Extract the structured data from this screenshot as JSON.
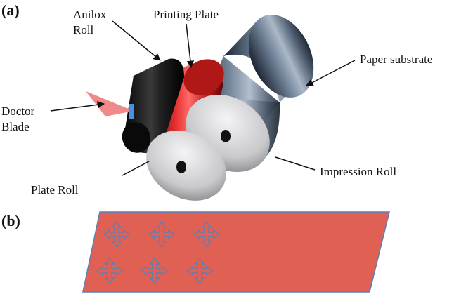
{
  "panels": {
    "a": "(a)",
    "b": "(b)"
  },
  "labels": {
    "anilox_line1": "Anilox",
    "anilox_line2": "Roll",
    "printing_plate": "Printing Plate",
    "paper_substrate": "Paper substrate",
    "doctor_line1": "Doctor",
    "doctor_line2": "Blade",
    "plate_roll": "Plate Roll",
    "impression_roll": "Impression Roll"
  },
  "colors": {
    "anilox_roll": "#1a1a1a",
    "printing_plate": "#d42020",
    "paper_substrate": "#3b4a5c",
    "roll_face": "#c9c9cc",
    "doctor_blade_ink": "#f08a8a",
    "doctor_blade": "#4a90e2",
    "substrate_sheet": "#e06154",
    "pattern_outline": "#5a7fb8"
  },
  "pattern": {
    "motif": "four-way-arrow-icon",
    "rows": 2,
    "columns": 3
  }
}
